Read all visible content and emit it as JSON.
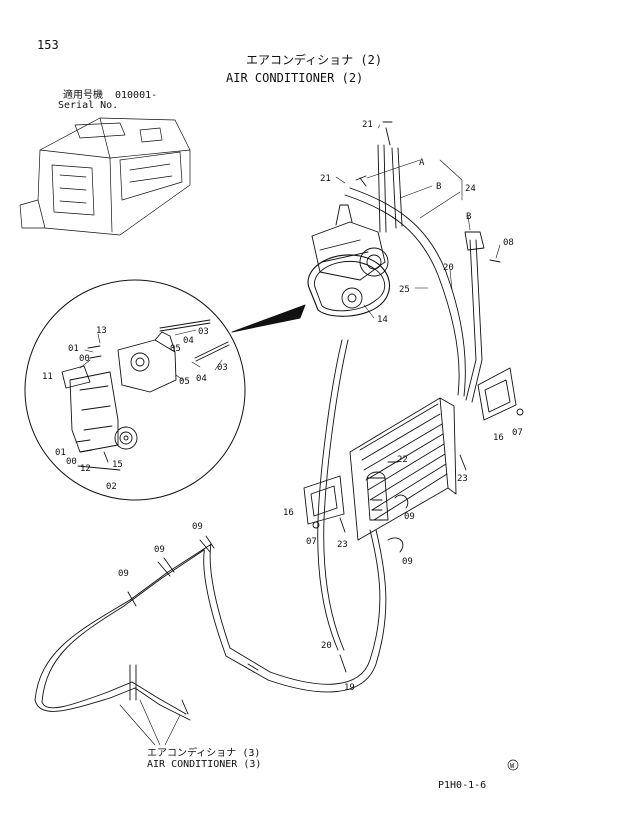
{
  "page_number": "153",
  "title_jp": "エアコンディショナ (2)",
  "title_en": "AIR CONDITIONER (2)",
  "serial_label_jp": "適用号機",
  "serial_value": "010001-",
  "serial_label_en": "Serial No.",
  "footer_jp": "エアコンディショナ (3)",
  "footer_en": "AIR CONDITIONER (3)",
  "page_code": "P1H0-1-6",
  "mark": "W",
  "callouts": [
    {
      "id": "c21a",
      "text": "21"
    },
    {
      "id": "cA1",
      "text": "A"
    },
    {
      "id": "c21b",
      "text": "21"
    },
    {
      "id": "cB1",
      "text": "B"
    },
    {
      "id": "c24",
      "text": "24"
    },
    {
      "id": "cB2",
      "text": "B"
    },
    {
      "id": "c08",
      "text": "08"
    },
    {
      "id": "c20a",
      "text": "20"
    },
    {
      "id": "c25",
      "text": "25"
    },
    {
      "id": "c14",
      "text": "14"
    },
    {
      "id": "c03a",
      "text": "03"
    },
    {
      "id": "c13",
      "text": "13"
    },
    {
      "id": "c01a",
      "text": "01"
    },
    {
      "id": "c00a",
      "text": "00"
    },
    {
      "id": "c04a",
      "text": "04"
    },
    {
      "id": "c05a",
      "text": "05"
    },
    {
      "id": "c03b",
      "text": "03"
    },
    {
      "id": "c11",
      "text": "11"
    },
    {
      "id": "c05b",
      "text": "05"
    },
    {
      "id": "c04b",
      "text": "04"
    },
    {
      "id": "c01b",
      "text": "01"
    },
    {
      "id": "c00b",
      "text": "00"
    },
    {
      "id": "c12",
      "text": "12"
    },
    {
      "id": "c15",
      "text": "15"
    },
    {
      "id": "c02",
      "text": "02"
    },
    {
      "id": "c16a",
      "text": "16"
    },
    {
      "id": "c07a",
      "text": "07"
    },
    {
      "id": "c23a",
      "text": "23"
    },
    {
      "id": "c22",
      "text": "22"
    },
    {
      "id": "c16b",
      "text": "16"
    },
    {
      "id": "c09a",
      "text": "09"
    },
    {
      "id": "c07b",
      "text": "07"
    },
    {
      "id": "c23b",
      "text": "23"
    },
    {
      "id": "c09b",
      "text": "09"
    },
    {
      "id": "c09c",
      "text": "09"
    },
    {
      "id": "c09d",
      "text": "09"
    },
    {
      "id": "c09e",
      "text": "09"
    },
    {
      "id": "c20b",
      "text": "20"
    },
    {
      "id": "c19",
      "text": "19"
    }
  ]
}
